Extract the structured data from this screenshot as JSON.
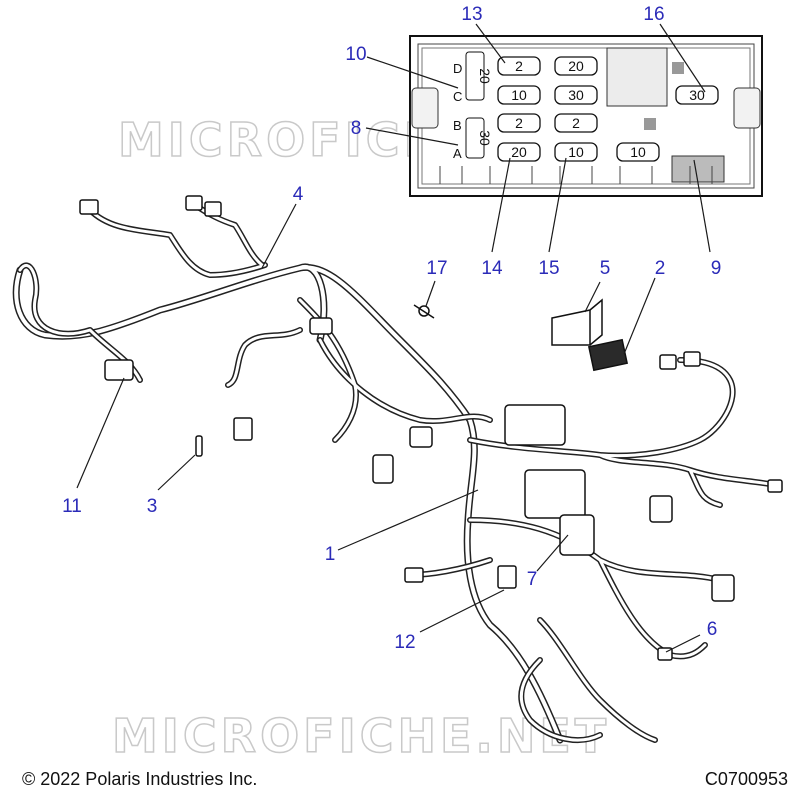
{
  "watermark": "MICROFICHE.NET",
  "footer": {
    "copyright": "© 2022 Polaris Industries Inc.",
    "drawing_number": "C0700953"
  },
  "fuse_box": {
    "row_labels": [
      "D",
      "C",
      "B",
      "A"
    ],
    "fuses": [
      "2",
      "20",
      "20",
      "10",
      "30",
      "30",
      "30",
      "2",
      "2",
      "20",
      "10",
      "10"
    ]
  },
  "callouts": [
    "1",
    "2",
    "3",
    "4",
    "5",
    "6",
    "7",
    "8",
    "9",
    "10",
    "11",
    "12",
    "13",
    "14",
    "15",
    "16",
    "17"
  ],
  "colors": {
    "callout": "#2b2bb8",
    "line": "#222222",
    "watermark": "#c9c9c9"
  }
}
